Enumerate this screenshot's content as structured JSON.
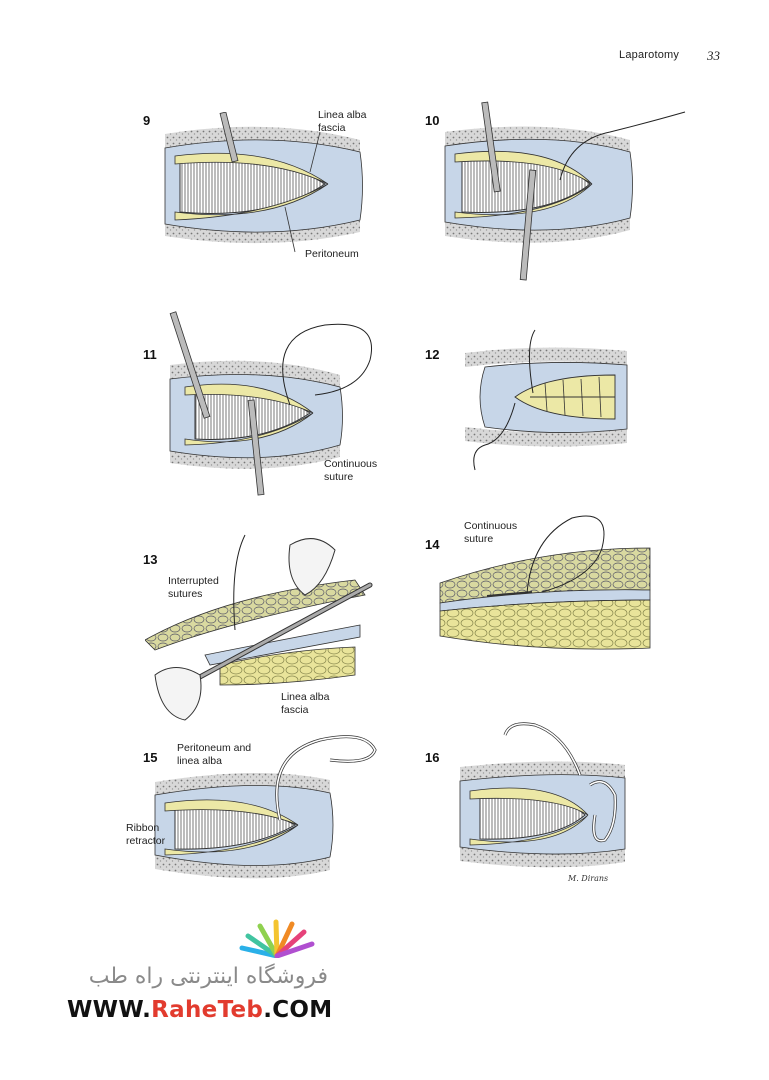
{
  "header": {
    "title": "Laparotomy",
    "page_number": "33"
  },
  "figures": [
    {
      "number": "9",
      "labels": {
        "top": [
          "Linea alba",
          "fascia"
        ],
        "bottom": [
          "Peritoneum"
        ]
      }
    },
    {
      "number": "10"
    },
    {
      "number": "11",
      "labels": {
        "bottom": [
          "Continuous",
          "suture"
        ]
      }
    },
    {
      "number": "12"
    },
    {
      "number": "13",
      "labels": {
        "top": [
          "Interrupted",
          "sutures"
        ],
        "bottom": [
          "Linea alba",
          "fascia"
        ]
      }
    },
    {
      "number": "14",
      "labels": {
        "top": [
          "Continuous",
          "suture"
        ]
      }
    },
    {
      "number": "15",
      "labels": {
        "top": [
          "Peritoneum and",
          "linea alba"
        ],
        "left": [
          "Ribbon",
          "retractor"
        ]
      }
    },
    {
      "number": "16"
    }
  ],
  "watermark": {
    "persian_text": "فروشگاه اینترنتی راه طب",
    "url_prefix": "WWW.",
    "url_brand": "RaheTeb",
    "url_suffix": ".COM",
    "accent_color": "#e23b2e"
  },
  "colors": {
    "fascia_yellow": "#ece8a6",
    "tissue_blue": "#b9cbe0",
    "fat_yellow": "#e6e08a"
  }
}
